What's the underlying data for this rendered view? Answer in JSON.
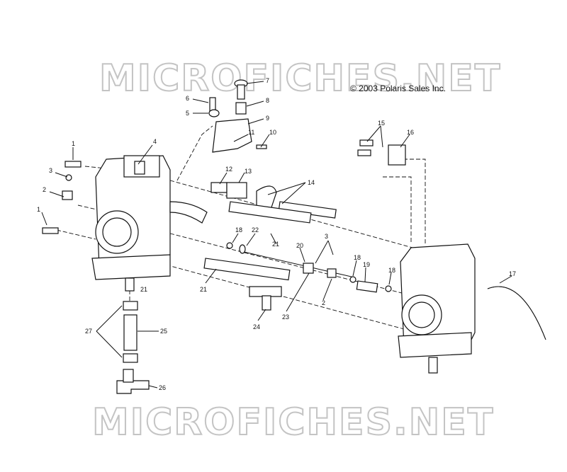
{
  "watermark": {
    "text": "MICROFICHES.NET"
  },
  "copyright": "© 2003 Polaris Sales Inc.",
  "callouts": [
    "1",
    "1",
    "2",
    "2",
    "3",
    "3",
    "4",
    "5",
    "6",
    "7",
    "8",
    "9",
    "10",
    "11",
    "12",
    "13",
    "14",
    "15",
    "16",
    "17",
    "18",
    "18",
    "18",
    "19",
    "20",
    "21",
    "21",
    "21",
    "22",
    "23",
    "24",
    "25",
    "26",
    "27"
  ]
}
